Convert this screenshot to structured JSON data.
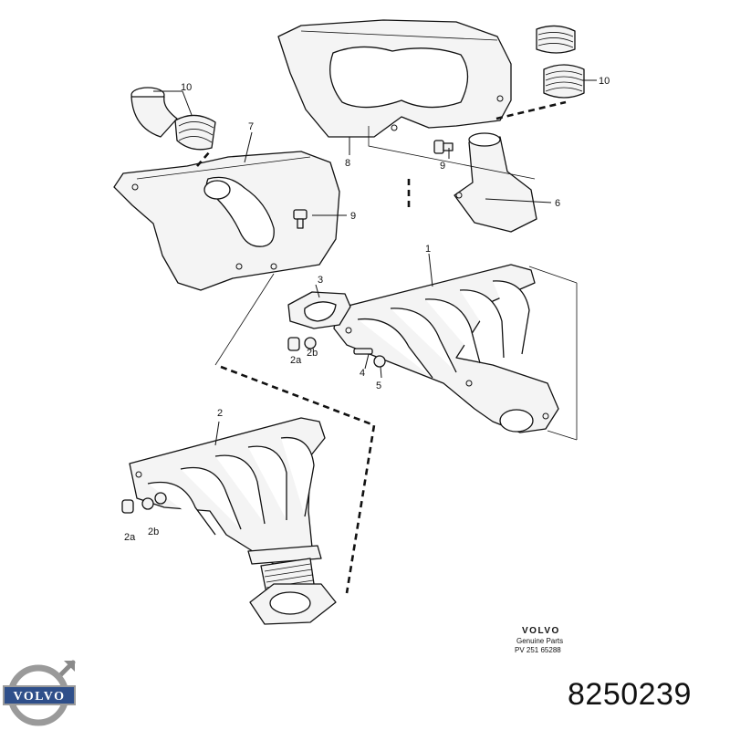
{
  "callouts": {
    "c10a": "10",
    "c10b": "10",
    "c7": "7",
    "c8": "8",
    "c9a": "9",
    "c9b": "9",
    "c6": "6",
    "c1": "1",
    "c3": "3",
    "c2a_top": "2a",
    "c2b_top": "2b",
    "c4": "4",
    "c5": "5",
    "c2": "2",
    "c2a_bottom": "2a",
    "c2b_bottom": "2b"
  },
  "brand_block": {
    "brand": "VOLVO",
    "subtitle": "Genuine Parts",
    "drawing_code": "PV 251 65288"
  },
  "logo": {
    "text": "VOLVO",
    "icon": "volvo-logo-icon"
  },
  "part_number": "8250239"
}
